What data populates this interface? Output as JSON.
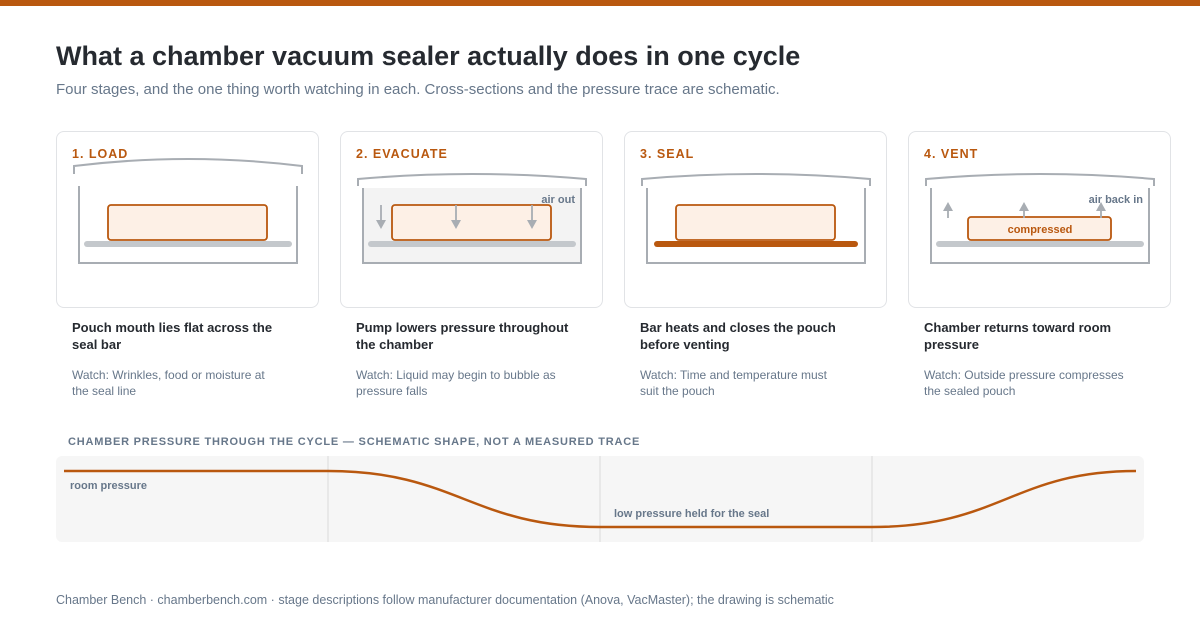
{
  "accent_color": "#b9580f",
  "title": "What a chamber vacuum sealer actually does in one cycle",
  "subtitle": "Four stages, and the one thing worth watching in each. Cross-sections and the pressure trace are schematic.",
  "stages": [
    {
      "label": "1. LOAD",
      "heading": "Pouch mouth lies flat across the seal bar",
      "watch": "Watch: Wrinkles, food or moisture at the seal line"
    },
    {
      "label": "2. EVACUATE",
      "heading": "Pump lowers pressure throughout the chamber",
      "watch": "Watch: Liquid may begin to bubble as pressure falls",
      "annotation": "air out"
    },
    {
      "label": "3. SEAL",
      "heading": "Bar heats and closes the pouch before venting",
      "watch": "Watch: Time and temperature must suit the pouch"
    },
    {
      "label": "4. VENT",
      "heading": "Chamber returns toward room pressure",
      "watch": "Watch: Outside pressure compresses the sealed pouch",
      "annotation": "air back in",
      "pouch_label": "compressed"
    }
  ],
  "trace": {
    "title": "CHAMBER PRESSURE THROUGH THE CYCLE — SCHEMATIC SHAPE, NOT A MEASURED TRACE",
    "label_high": "room pressure",
    "label_low": "low pressure held for the seal"
  },
  "footer": "Chamber Bench · chamberbench.com · stage descriptions follow manufacturer documentation (Anova, VacMaster); the drawing is schematic"
}
